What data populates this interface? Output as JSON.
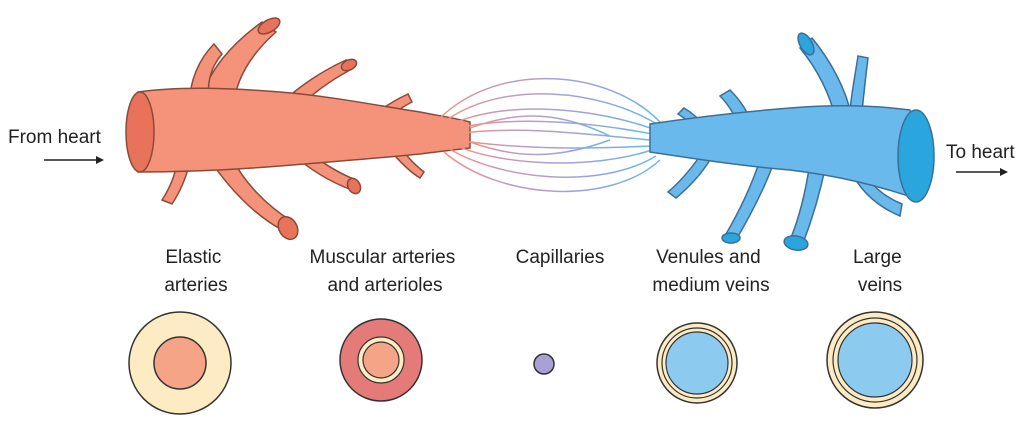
{
  "inflow_label": "From heart",
  "outflow_label": "To heart",
  "vessel_types": [
    {
      "label_lines": [
        "Elastic",
        "arteries"
      ]
    },
    {
      "label_lines": [
        "Muscular arteries",
        "and arterioles"
      ]
    },
    {
      "label_lines": [
        "Capillaries"
      ]
    },
    {
      "label_lines": [
        "Venules and",
        "medium veins"
      ]
    },
    {
      "label_lines": [
        "Large",
        "veins"
      ]
    }
  ],
  "colors": {
    "artery": "#f4927a",
    "artery_dark": "#e8735a",
    "vein": "#69b9ec",
    "vein_dark": "#2aa5de",
    "capillary": "#a7a1d8",
    "wall_elastic": "#fdebc4",
    "wall_muscular": "#e57b78",
    "lumen_artery": "#f5a487",
    "lumen_vein": "#8ccaf0"
  }
}
